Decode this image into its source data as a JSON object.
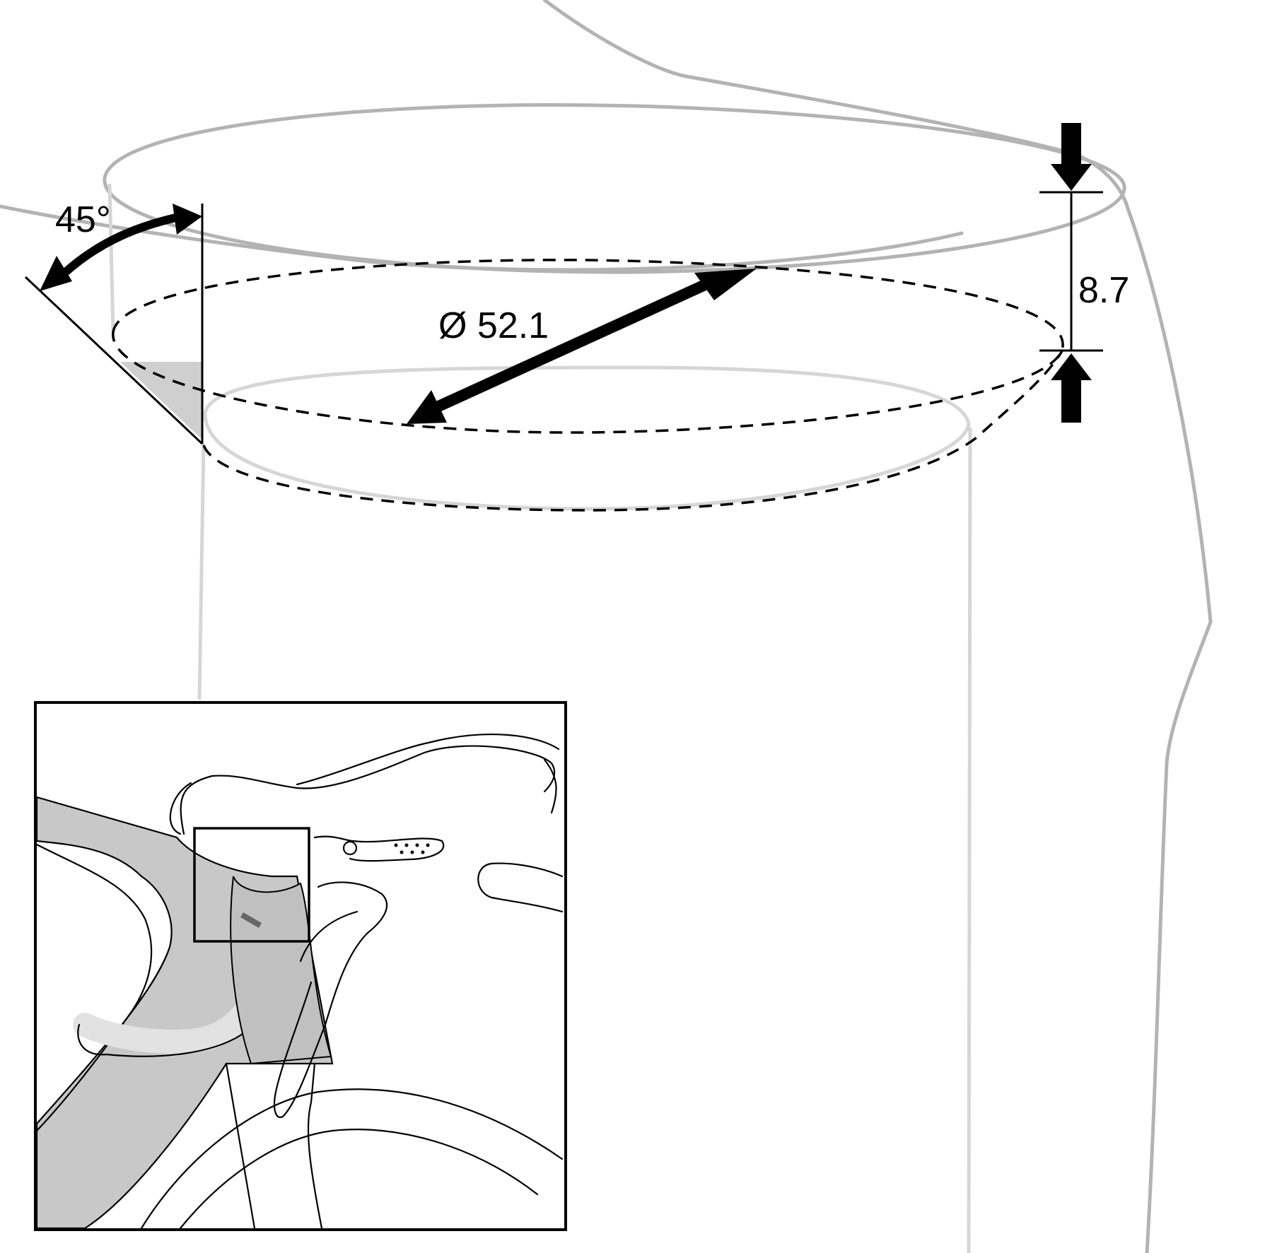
{
  "labels": {
    "angle": "45°",
    "diameter": "Ø 52.1",
    "depth": "8.7"
  },
  "colors": {
    "frame_outline": "#b3b3b3",
    "chamfer_fill": "#cfcfcf",
    "inset_tube_fill": "#c8c8c8",
    "ink": "#000000",
    "background": "#ffffff"
  }
}
